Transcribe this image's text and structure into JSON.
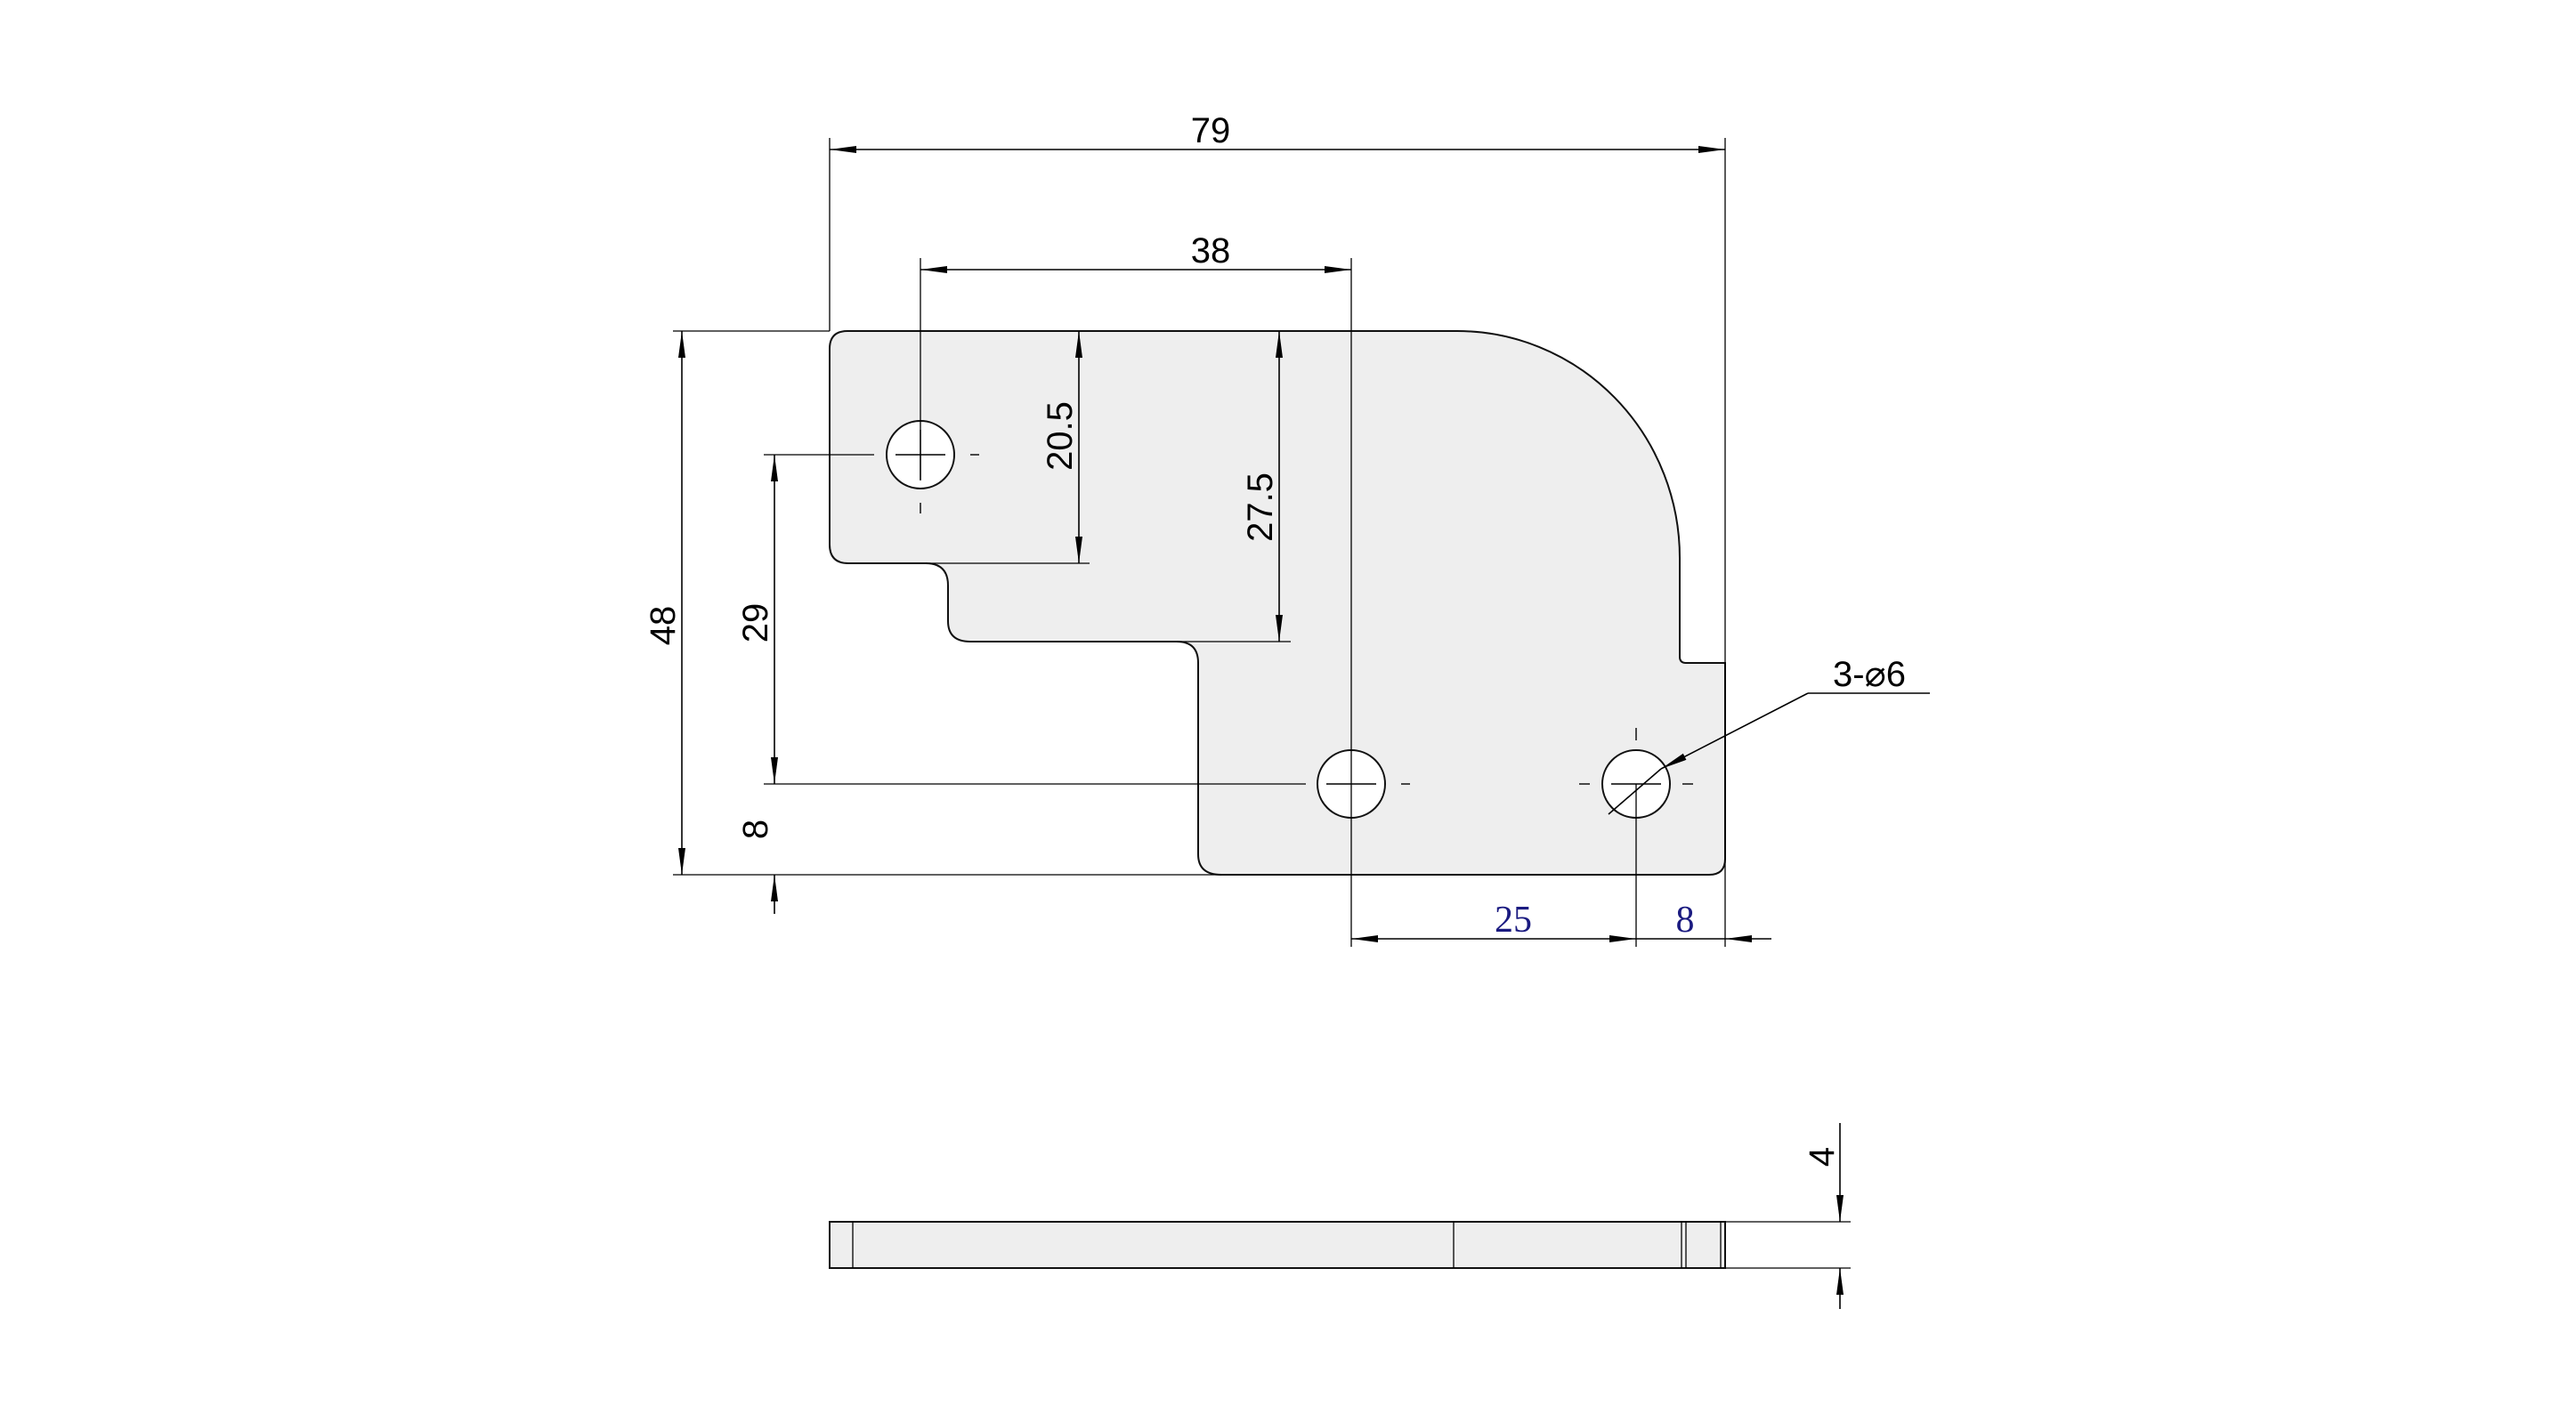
{
  "drawing": {
    "title": "Plate part drawing - top and side views",
    "dimensions": {
      "overall_width": "79",
      "hole_spacing_top": "38",
      "overall_height": "48",
      "hole_vertical_spacing": "29",
      "bottom_hole_offset": "8",
      "upper_step_depth": "20.5",
      "lower_step_depth": "27.5",
      "hole_spacing_bottom": "25",
      "edge_offset_right": "8",
      "hole_callout": "3-⌀6",
      "thickness": "4"
    },
    "colors": {
      "part_fill": "#eeeeee",
      "blue_dim_text": "#1a1a80"
    }
  }
}
